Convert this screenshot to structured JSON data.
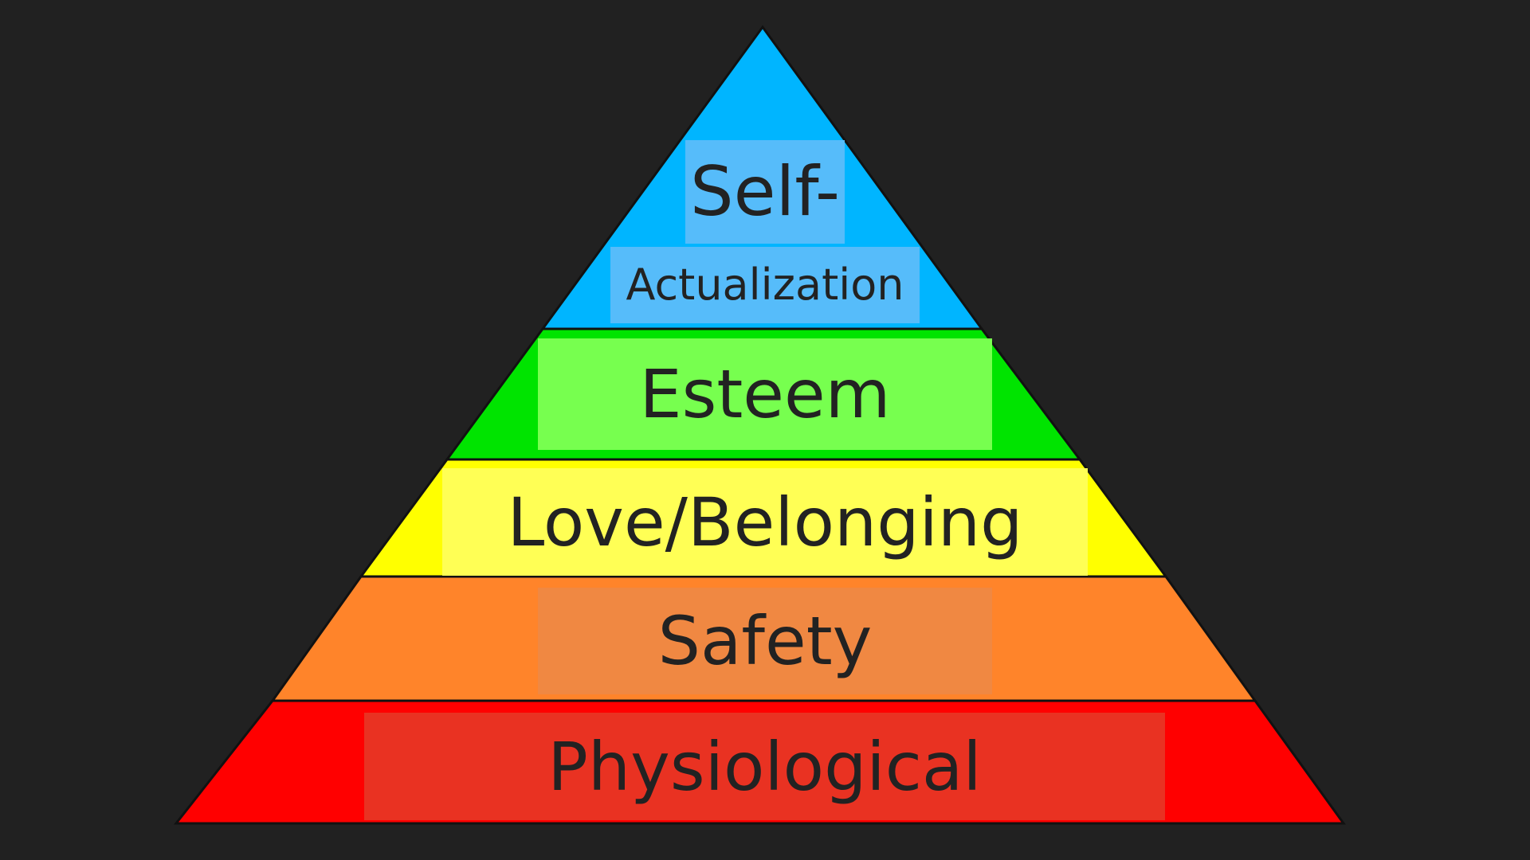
{
  "levels": [
    {
      "label_line1": "Self-",
      "label_line2": "Actualization",
      "color": "#00b5ff",
      "label_bg": "#56bcfa"
    },
    {
      "label": "Esteem",
      "color": "#00e400",
      "label_bg": "#77ff4f"
    },
    {
      "label": "Love/Belonging",
      "color": "#ffff00",
      "label_bg": "#ffff55"
    },
    {
      "label": "Safety",
      "color": "#ff842a",
      "label_bg": "#f08842"
    },
    {
      "label": "Physiological",
      "color": "#ff0000",
      "label_bg": "#e93222"
    }
  ],
  "background": "#212121"
}
